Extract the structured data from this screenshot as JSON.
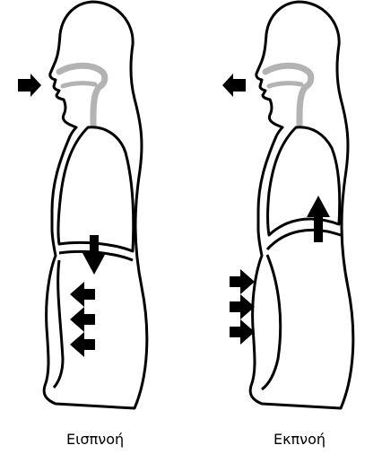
{
  "panels": [
    {
      "id": "inhale",
      "caption": "Εισπνοή",
      "airflow": "in"
    },
    {
      "id": "exhale",
      "caption": "Εκπνοή",
      "airflow": "out"
    }
  ],
  "colors": {
    "outline": "#000000",
    "airway": "#b3b3b3",
    "arrow": "#000000",
    "background": "#ffffff"
  },
  "icons": [
    "arrow-right-icon",
    "arrow-left-icon",
    "arrow-down-icon",
    "arrow-up-icon"
  ]
}
